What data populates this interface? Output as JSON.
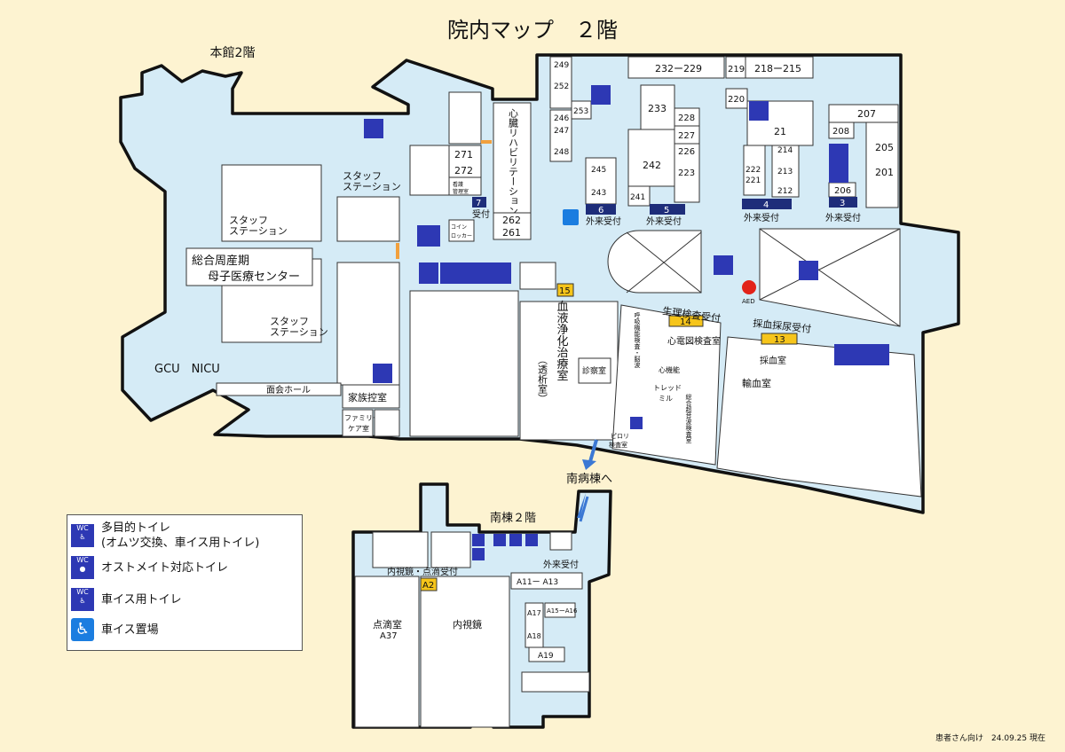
{
  "title": "院内マップ　２階",
  "main_building_label": "本館2階",
  "south_building_label": "南棟２階",
  "south_arrow_label": "南病棟へ",
  "footer": "患者さん向け　24.09.25 現在",
  "colors": {
    "background": "#fdf3d1",
    "floor": "#d5ebf6",
    "badge_navy": "#1e2d7a",
    "badge_yellow": "#f6c51b",
    "icon_blue": "#2d38b4"
  },
  "rooms": {
    "staff_station_1": "スタッフ\nステーション",
    "staff_station_2": "スタッフ\nステーション",
    "staff_station_3": "スタッフ\nステーション",
    "perinatal_1": "総合周産期",
    "perinatal_2": "母子医療センター",
    "gcu": "GCU　NICU",
    "visiting_hall": "面会ホール",
    "family_waiting": "家族控室",
    "family_care_1": "ファミリー",
    "family_care_2": "ケア室",
    "dialysis_1": "血液浄化治療室",
    "dialysis_2": "（透析室）",
    "exam_room": "診察室",
    "cardiac_rehab": "心臓リハビリテーション室",
    "r262": "262",
    "r261": "261",
    "r271": "271",
    "r272": "272",
    "nurse_admin": "看護\n管理室",
    "coin_locker": "コイン\nロッカー",
    "r249_252": "249\n|\n252",
    "r253": "253",
    "r246": "246",
    "r247": "247",
    "r248": "248",
    "r245_243": "245\n|\n243",
    "r241": "241",
    "r242": "242",
    "r233": "233",
    "r228": "228",
    "r227": "227",
    "r226_223": "226\n|\n223",
    "r232_229": "232ー229",
    "r219": "219",
    "r218_215": "218ー215",
    "r220": "220",
    "r21": "21",
    "r222": "222",
    "r221": "221",
    "r214_212": "214\n|\n213\n|\n212",
    "r207": "207",
    "r208": "208",
    "r205_201": "205\n|\n201",
    "r206": "206",
    "phys_exam": "生理検査受付",
    "ecg": "心電図検査室",
    "resp_exam": "呼吸機能検査・脳波\n神経生理検査・平衡機能検査",
    "echo_1": "心機能",
    "treadmill": "トレッド\nミル",
    "general_echo": "総合\n超音波検査室",
    "pylori": "ピロリ\n検査室",
    "blood_urine": "採血採尿受付",
    "blood_room": "採血室",
    "transfusion": "輸血室",
    "mobile_ward": "外来受付"
  },
  "badges": {
    "b7": "7",
    "b6": "6",
    "b5": "5",
    "b4": "4",
    "b3": "3",
    "b15": "15",
    "b14": "14",
    "b13": "13",
    "bA2": "A2"
  },
  "reception_labels": {
    "r7": "受付",
    "r6": "外来受付",
    "r5": "外来受付",
    "r4": "外来受付",
    "r3": "外来受付"
  },
  "south": {
    "endoscopy_reception": "内視鏡・点滴受付",
    "outpatient_reception": "外来受付",
    "infusion": "点滴室",
    "infusion_num": "A37",
    "endoscopy": "内視鏡",
    "a11_a13": "A11ー A13",
    "a17_a18": "A17\n|\nA18",
    "a15_a16": "A15ーA16",
    "a19": "A19"
  },
  "legend": [
    {
      "icon": "wc-multi-icon",
      "text": "多目的トイレ\n(オムツ交換、車イス用トイレ)"
    },
    {
      "icon": "wc-ostomate-icon",
      "text": "オストメイト対応トイレ"
    },
    {
      "icon": "wc-wheelchair-icon",
      "text": "車イス用トイレ"
    },
    {
      "icon": "wheelchair-parking-icon",
      "text": "車イス置場"
    }
  ],
  "aed_label": "AED"
}
